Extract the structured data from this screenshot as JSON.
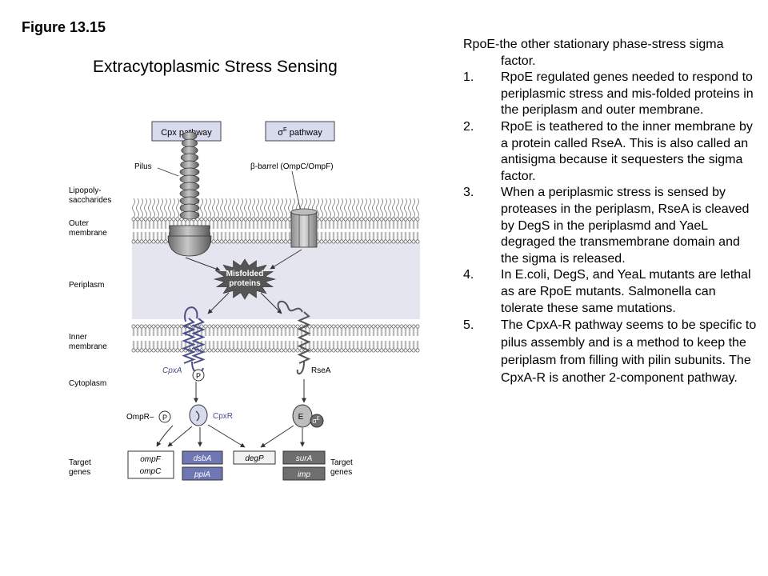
{
  "figure_label": "Figure 13.15",
  "title": "Extracytoplasmic Stress Sensing",
  "diagram": {
    "box_cpx": "Cpx pathway",
    "box_sigma_symbol": "σ",
    "box_sigma_sup": "E",
    "box_sigma_text": " pathway",
    "pilus": "Pilus",
    "barrel": "β-barrel (OmpC/OmpF)",
    "lps_line1": "Lipopoly-",
    "lps_line2": "saccharides",
    "outer_line1": "Outer",
    "outer_line2": "membrane",
    "periplasm": "Periplasm",
    "inner_line1": "Inner",
    "inner_line2": "membrane",
    "cytoplasm": "Cytoplasm",
    "misfolded_line1": "Misfolded",
    "misfolded_line2": "proteins",
    "cpxa": "CpxA",
    "rsea": "RseA",
    "p_symbol": "P",
    "cpxr": "CpxR",
    "ompr": "OmpR–",
    "e_symbol": "E",
    "sigma_symbol": "σ",
    "sigma_sup": "E",
    "target_left_line1": "Target",
    "target_left_line2": "genes",
    "target_right_line1": "Target",
    "target_right_line2": "genes",
    "genes": {
      "ompF": "ompF",
      "ompC": "ompC",
      "dsbA": "dsbA",
      "ppiA": "ppiA",
      "degP": "degP",
      "surA": "surA",
      "imp": "imp"
    },
    "colors": {
      "blue_box": "#6f76b4",
      "gray_box": "#6e6e6e",
      "label_box_fill": "#d8dbee",
      "periplasm_band": "#e4e5ef",
      "protein_gray": "#8c8c8c",
      "misfolded_fill": "#555555"
    }
  },
  "notes": {
    "intro": "RpoE-the other stationary phase-stress sigma factor.",
    "items": [
      {
        "num": "1.",
        "text": "RpoE regulated genes needed to respond to periplasmic stress and mis-folded proteins in the periplasm and outer membrane."
      },
      {
        "num": "2.",
        "text": "RpoE is teathered to the inner membrane by a protein called RseA. This is also called an antisigma because it sequesters the sigma factor."
      },
      {
        "num": "3.",
        "text": "When a periplasmic stress is sensed by proteases in the periplasm, RseA is cleaved  by DegS in the periplasmd and YaeL degraged the transmembrane domain and the sigma is released."
      },
      {
        "num": "4.",
        "text": "In E.coli, DegS, and YeaL mutants are lethal as are RpoE mutants. Salmonella can tolerate these same mutations."
      },
      {
        "num": "5.",
        "text": "The CpxA-R pathway seems to be specific to pilus assembly and is a method to keep the periplasm from filling with pilin subunits.  The CpxA-R is another 2-component pathway."
      }
    ]
  }
}
